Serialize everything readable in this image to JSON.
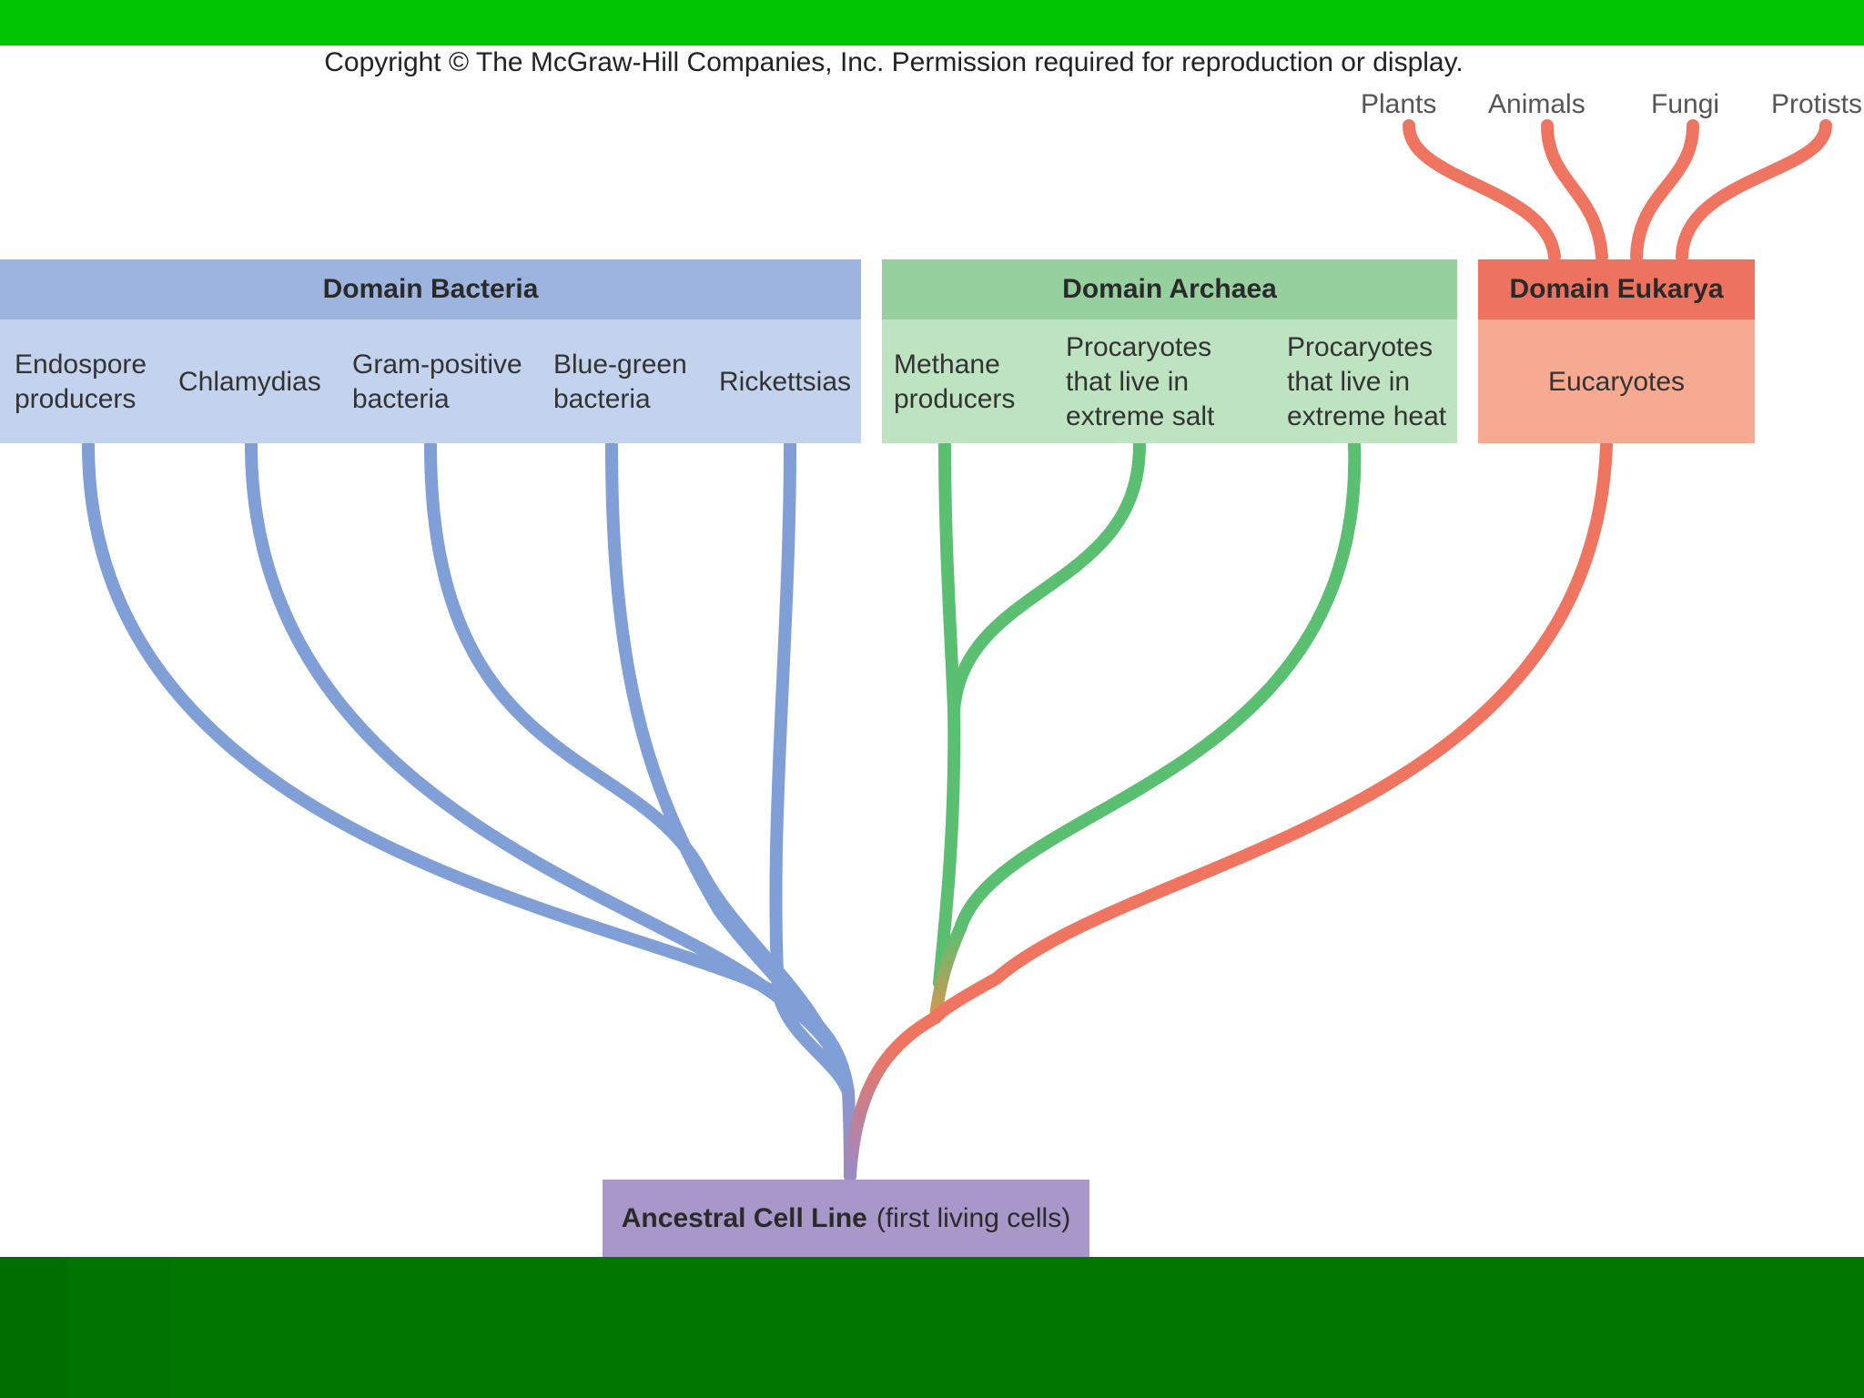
{
  "copyright": "Copyright © The McGraw-Hill Companies, Inc. Permission required for reproduction or display.",
  "eukaryote_groups": [
    "Plants",
    "Animals",
    "Fungi",
    "Protists"
  ],
  "bacteria": {
    "title": "Domain Bacteria",
    "groups": [
      [
        "Endospore",
        "producers"
      ],
      [
        "Chlamydias"
      ],
      [
        "Gram-positive",
        "bacteria"
      ],
      [
        "Blue-green",
        "bacteria"
      ],
      [
        "Rickettsias"
      ]
    ]
  },
  "archaea": {
    "title": "Domain Archaea",
    "groups": [
      [
        "Methane",
        "producers"
      ],
      [
        "Procaryotes",
        "that live in",
        "extreme salt"
      ],
      [
        "Procaryotes",
        "that live in",
        "extreme heat"
      ]
    ]
  },
  "eukarya": {
    "title": "Domain Eukarya",
    "groups": [
      [
        "Eucaryotes"
      ]
    ]
  },
  "root": {
    "label_bold": "Ancestral Cell Line",
    "label_rest": "(first living cells)"
  },
  "colors": {
    "bacteria_branch": "#7f9fd6",
    "archaea_branch": "#5bbf72",
    "eukarya_branch": "#ef7560",
    "root_branch": "#9b8ac4",
    "top_bar": "#00c400",
    "bottom_band": "#007800"
  }
}
